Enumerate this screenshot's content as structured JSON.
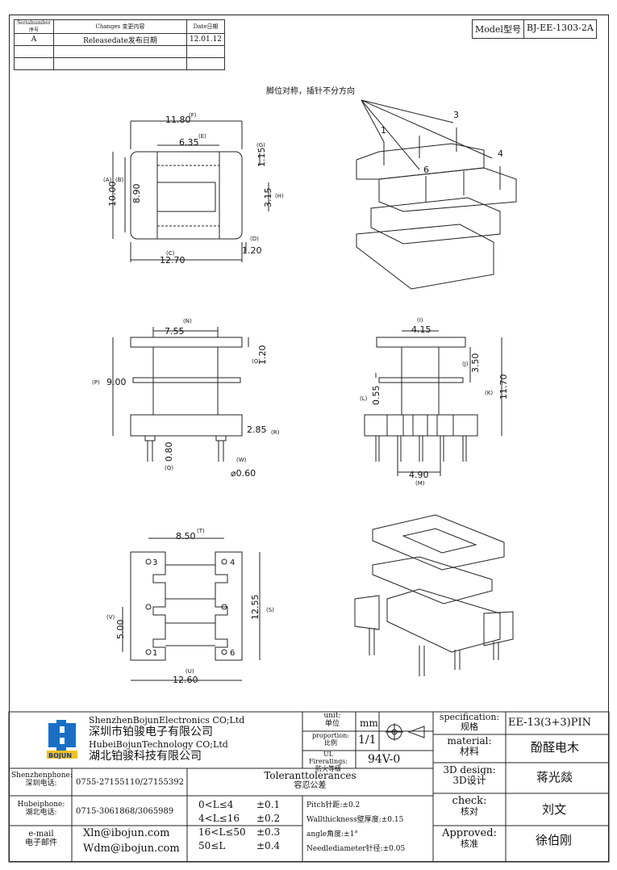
{
  "revision_table": {
    "headers": [
      "Serialnumber序号",
      "Changes 变更内容",
      "Date日期"
    ],
    "rows": [
      [
        "A",
        "Releasedate发布日期",
        "12.01.12"
      ],
      [
        "",
        "",
        ""
      ],
      [
        "",
        "",
        ""
      ]
    ]
  },
  "model": {
    "label": "Model型号",
    "value": "BJ-EE-1303-2A"
  },
  "note": "脚位对称，插针不分方向",
  "top_view": {
    "F": "11.80",
    "E": "6.35",
    "G": "1.15",
    "A": "10.00",
    "B": "8.90",
    "H": "3.15",
    "D": "1.20",
    "C": "12.70",
    "lF": "(F)",
    "lE": "(E)",
    "lG": "(G)",
    "lA": "(A)",
    "lB": "(B)",
    "lH": "(H)",
    "lD": "(D)",
    "lC": "(C)"
  },
  "front_view": {
    "N": "7.55",
    "O": "1.20",
    "P": "9.00",
    "R": "2.85",
    "Q": "0.80",
    "W": "⌀0.60",
    "lN": "(N)",
    "lO": "(O)",
    "lP": "(P)",
    "lR": "(R)",
    "lQ": "(Q)",
    "lW": "(W)"
  },
  "side_view": {
    "I": "4.15",
    "J": "3.50",
    "L": "0.55",
    "K": "11.70",
    "M": "4.90",
    "lI": "(I)",
    "lJ": "(J)",
    "lL": "(L)",
    "lK": "(K)",
    "lM": "(M)"
  },
  "bottom_view": {
    "T": "8.50",
    "S": "12.55",
    "V": "5.00",
    "U": "12.60",
    "lT": "(T)",
    "lS": "(S)",
    "lV": "(V)",
    "lU": "(U)",
    "pins": [
      "3",
      "4",
      "1",
      "6"
    ]
  },
  "iso_labels": [
    "1",
    "3",
    "4",
    "6"
  ],
  "company": {
    "en1": "ShenzhenBojunElectronics CO;Ltd",
    "cn1": "深圳市铂骏电子有限公司",
    "en2": "HubeiBojunTechnology CO;Ltd",
    "cn2": "湖北铂骏科技有限公司",
    "logo": "BOJUN"
  },
  "unit": {
    "label_en": "unit:",
    "label_cn": "单位",
    "value": "mm"
  },
  "proportion": {
    "label_en": "proportion:",
    "label_cn": "比例",
    "value": "1/1"
  },
  "ul": {
    "label_en": "UL Fireratings:",
    "label_cn": "防火等级",
    "value": "94V-0"
  },
  "spec": {
    "label_en": "specification:",
    "label_cn": "规格",
    "value": "EE-13(3+3)PIN"
  },
  "material": {
    "label_en": "material:",
    "label_cn": "材料",
    "value": "酚醛电木"
  },
  "design": {
    "label_en": "3D design:",
    "label_cn": "3D设计",
    "value": "蒋光燚"
  },
  "check": {
    "label_en": "check:",
    "label_cn": "核对",
    "value": "刘文"
  },
  "approved": {
    "label_en": "Approved:",
    "label_cn": "核准",
    "value": "徐伯刚"
  },
  "contacts": {
    "sz_label_en": "Shenzhenphone:",
    "sz_label_cn": "深圳电话:",
    "sz": "0755-27155110/27155392",
    "hb_label_en": "Hubeiphone:",
    "hb_label_cn": "湖北电话:",
    "hb": "0715-3061868/3065989",
    "em_label_en": "e-mail",
    "em_label_cn": "电子邮件",
    "em1": "Xln@ibojun.com",
    "em2": "Wdm@ibojun.com"
  },
  "tolerances": {
    "title_en": "Toleranttolerances",
    "title_cn": "容忍公差",
    "rows": [
      [
        "0<L≤4",
        "±0.1"
      ],
      [
        "4<L≤16",
        "±0.2"
      ],
      [
        "16<L≤50",
        "±0.3"
      ],
      [
        "50≤L",
        "±0.4"
      ]
    ],
    "notes": [
      "Pitch针距:±0.2",
      "Wallthickness壁厚度:±0.15",
      "angle角度:±1°",
      "Needlediameter针径:±0.05"
    ]
  }
}
